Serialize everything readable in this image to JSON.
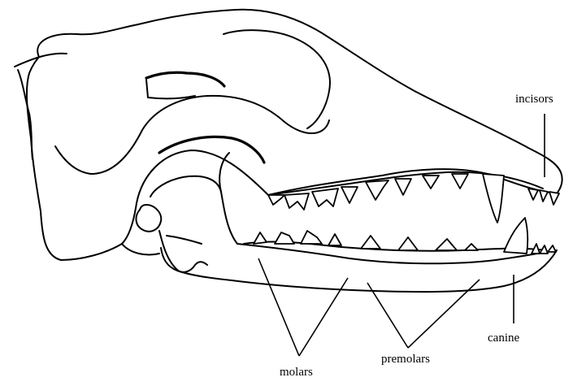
{
  "labels": {
    "incisors": "incisors",
    "canine": "canine",
    "premolars": "premolars",
    "molars": "molars"
  }
}
